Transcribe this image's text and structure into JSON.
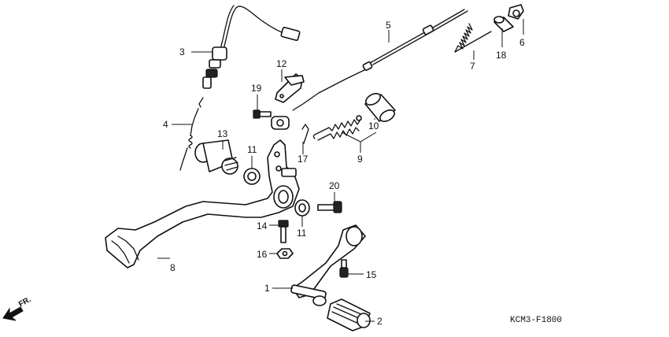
{
  "diagram": {
    "code": "KCM3-F1800",
    "front_label": "FR.",
    "callouts": {
      "p1": "1",
      "p2": "2",
      "p3": "3",
      "p4": "4",
      "p5": "5",
      "p6": "6",
      "p7": "7",
      "p8": "8",
      "p9": "9",
      "p10": "10",
      "p11a": "11",
      "p11b": "11",
      "p12": "12",
      "p13": "13",
      "p14": "14",
      "p15": "15",
      "p16": "16",
      "p17": "17",
      "p18": "18",
      "p19": "19",
      "p20": "20"
    }
  }
}
